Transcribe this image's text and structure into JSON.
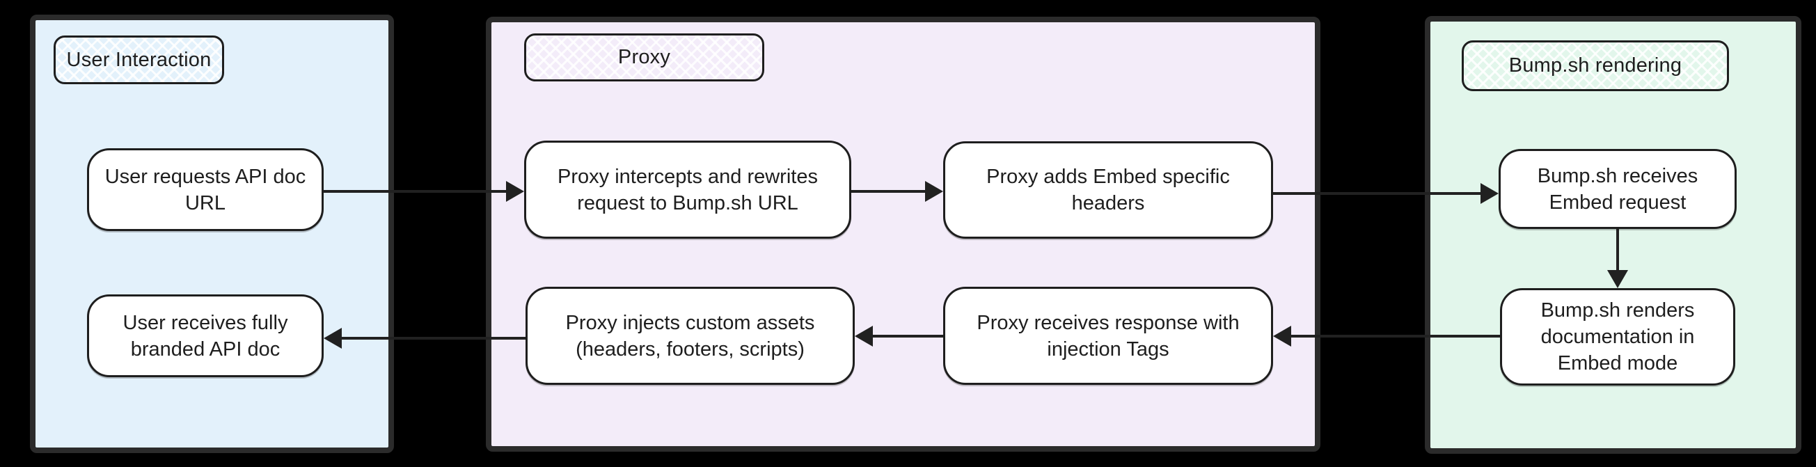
{
  "diagram": {
    "background": "#000000",
    "stroke_color": "#1e1e1e",
    "groups": [
      {
        "id": "user-interaction",
        "label": "User Interaction",
        "fill": "#e3f1fb",
        "nodes": [
          {
            "id": "a1",
            "text": "User requests API doc URL"
          },
          {
            "id": "a2",
            "text": "User receives fully branded API doc"
          }
        ]
      },
      {
        "id": "proxy",
        "label": "Proxy",
        "fill": "#f3ecf9",
        "nodes": [
          {
            "id": "b1",
            "text": "Proxy intercepts and rewrites request to Bump.sh URL"
          },
          {
            "id": "b2",
            "text": "Proxy adds Embed specific headers"
          },
          {
            "id": "b3",
            "text": "Proxy injects custom assets (headers, footers, scripts)"
          },
          {
            "id": "b4",
            "text": "Proxy receives response with injection Tags"
          }
        ]
      },
      {
        "id": "bumpsh-rendering",
        "label": "Bump.sh rendering",
        "fill": "#e2f6eb",
        "nodes": [
          {
            "id": "c1",
            "text": "Bump.sh receives Embed request"
          },
          {
            "id": "c2",
            "text": "Bump.sh renders documentation in Embed mode"
          }
        ]
      }
    ],
    "edges": [
      {
        "from": "a1",
        "to": "b1",
        "direction": "right"
      },
      {
        "from": "b1",
        "to": "b2",
        "direction": "right"
      },
      {
        "from": "b2",
        "to": "c1",
        "direction": "right"
      },
      {
        "from": "c1",
        "to": "c2",
        "direction": "down"
      },
      {
        "from": "c2",
        "to": "b4",
        "direction": "left"
      },
      {
        "from": "b4",
        "to": "b3",
        "direction": "left"
      },
      {
        "from": "b3",
        "to": "a2",
        "direction": "left"
      }
    ]
  }
}
